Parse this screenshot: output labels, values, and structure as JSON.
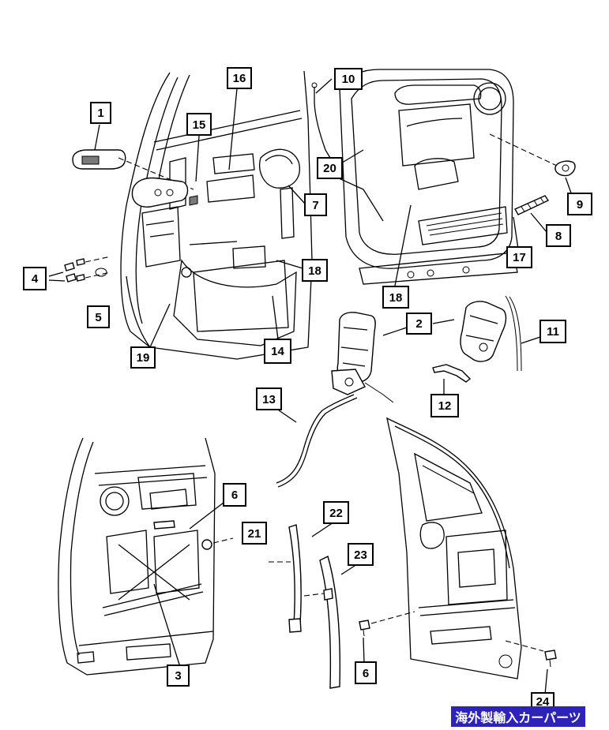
{
  "callouts": {
    "c1": "1",
    "c2": "2",
    "c3": "3",
    "c4": "4",
    "c5": "5",
    "c6a": "6",
    "c6b": "6",
    "c7": "7",
    "c8": "8",
    "c9": "9",
    "c10": "10",
    "c11": "11",
    "c12": "12",
    "c13": "13",
    "c14": "14",
    "c15": "15",
    "c16": "16",
    "c17": "17",
    "c18a": "18",
    "c18b": "18",
    "c19": "19",
    "c20": "20",
    "c21": "21",
    "c22": "22",
    "c23": "23",
    "c24": "24"
  },
  "watermark": "海外製輸入カーパーツ",
  "colors": {
    "ink": "#000000",
    "paper": "#ffffff",
    "watermark_bg": "#2e23b8",
    "watermark_fg": "#ffffff"
  }
}
